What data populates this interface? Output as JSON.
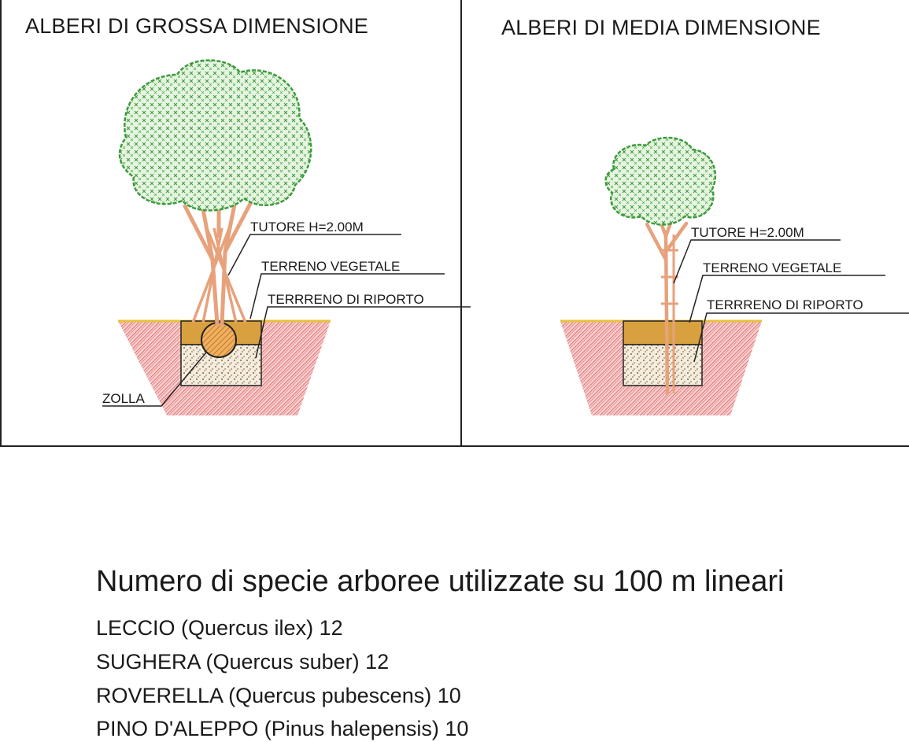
{
  "panels": {
    "left_title": "ALBERI DI GROSSA DIMENSIONE",
    "right_title": "ALBERI DI MEDIA DIMENSIONE"
  },
  "labels": {
    "tutore": "TUTORE H=2.00M",
    "terreno_vegetale": "TERRENO VEGETALE",
    "terreno_riporto": "TERRRENO DI RIPORTO",
    "zolla": "ZOLLA"
  },
  "legend": {
    "heading": "Numero di specie arboree utilizzate su 100 m lineari",
    "species": [
      "LECCIO (Quercus ilex) 12",
      "SUGHERA (Quercus suber) 12",
      "ROVERELLA (Quercus pubescens) 10",
      "PINO D'ALEPPO (Pinus halepensis) 10"
    ]
  },
  "colors": {
    "foliage": "#3c9a3c",
    "trunk": "#e7a27c",
    "pit_hatch": "#e26b6b",
    "topsoil": "#d9a040",
    "grass_line": "#e8c23a"
  }
}
